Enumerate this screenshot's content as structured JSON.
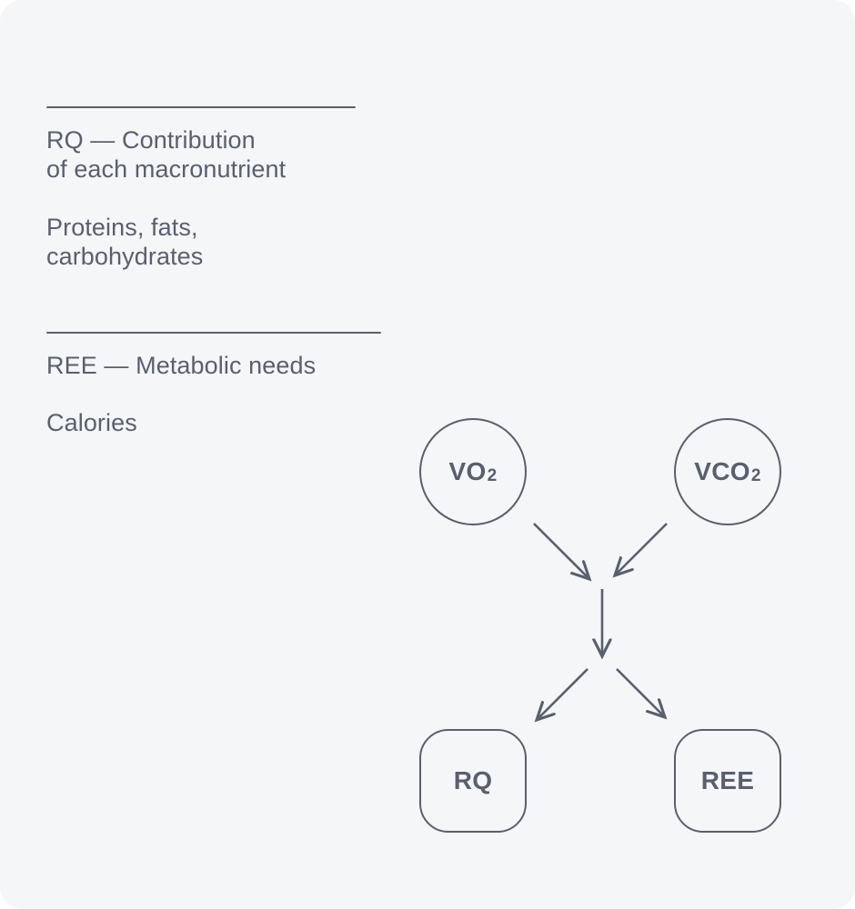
{
  "page": {
    "background_color": "#f5f6f8",
    "ink_color": "#5a5f6e",
    "corner_radius": "24px"
  },
  "notes": {
    "section_rq": {
      "title": "RQ — Contribution\nof each macronutrient",
      "subtitle": "Proteins, fats,\ncarbohydrates"
    },
    "section_ree": {
      "title": "REE — Metabolic needs",
      "subtitle": "Calories"
    }
  },
  "diagram": {
    "type": "flow",
    "nodes": [
      {
        "id": "vo2",
        "label": "VO",
        "subscript": "2",
        "shape": "circle"
      },
      {
        "id": "vco2",
        "label": "VCO",
        "subscript": "2",
        "shape": "circle"
      },
      {
        "id": "rq",
        "label": "RQ",
        "subscript": "",
        "shape": "rounded-square"
      },
      {
        "id": "ree",
        "label": "REE",
        "subscript": "",
        "shape": "rounded-square"
      }
    ],
    "edges": [
      {
        "from": "vo2",
        "to": "junction"
      },
      {
        "from": "vco2",
        "to": "junction"
      },
      {
        "from": "junction",
        "to": "split"
      },
      {
        "from": "split",
        "to": "rq"
      },
      {
        "from": "split",
        "to": "ree"
      }
    ]
  }
}
